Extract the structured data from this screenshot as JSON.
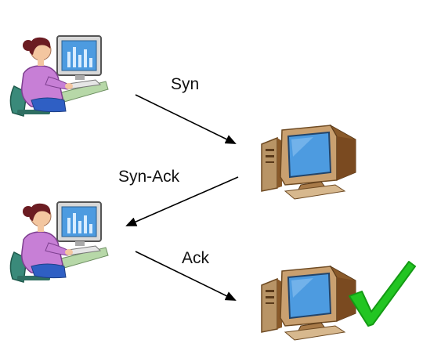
{
  "messages": {
    "syn": "Syn",
    "syn_ack": "Syn-Ack",
    "ack": "Ack"
  },
  "colors": {
    "arrow": "#000000",
    "check": "#22c522",
    "check_dark": "#149a14",
    "screen": "#4d9be0",
    "monitor_body": "#c9a070",
    "monitor_dark": "#8a5a2a",
    "shirt": "#c77fd6",
    "hair": "#6b1c22",
    "skin": "#f3c6a0",
    "chair": "#3a8a7a",
    "desk": "#b7d8a8"
  },
  "icons": {
    "client_top": "user-at-computer-icon",
    "server_top": "server-computer-icon",
    "client_bottom": "user-at-computer-icon",
    "server_bottom": "server-computer-icon",
    "success": "checkmark-icon"
  }
}
